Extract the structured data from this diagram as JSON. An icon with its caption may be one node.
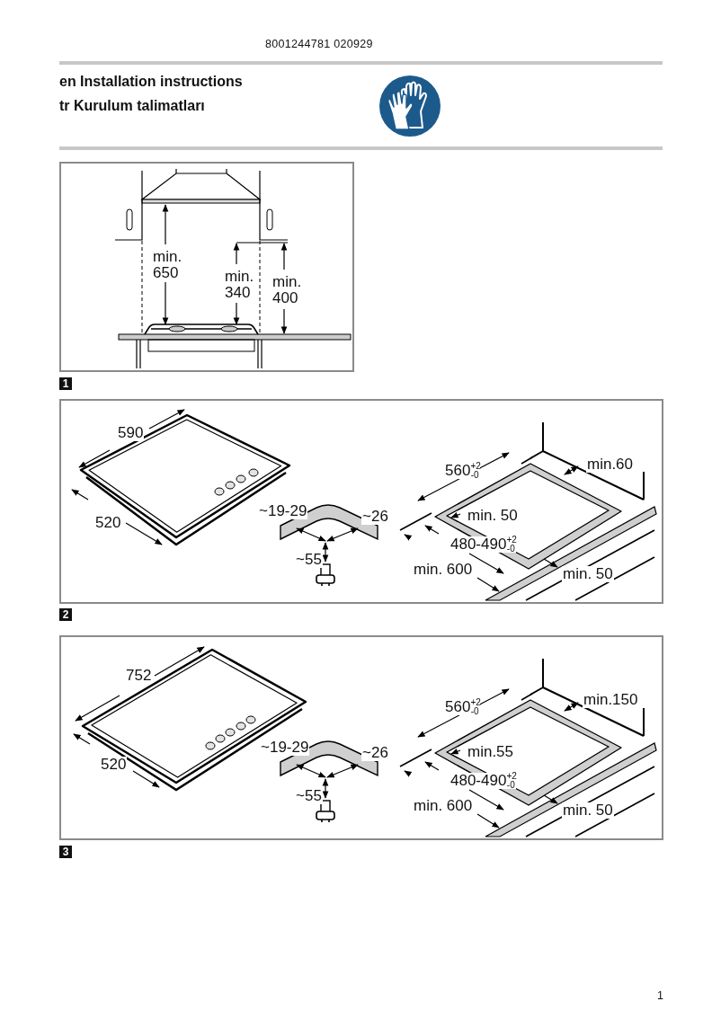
{
  "diagram": {
    "nodes": [
      {
        "text": [
          "min. 650",
          "min. 340",
          "min. 400"
        ],
        "beside": [
          "1"
        ]
      },
      {
        "text": [
          "590",
          "520",
          "~19-29",
          "~26",
          "~55",
          "560$^{+2}$$_{-0}$",
          "min.60",
          "min. 50",
          "480-490$^{+2}$$_{-0}$",
          "min. 600",
          "min. 50"
        ],
        "beside": [
          "2"
        ]
      },
      {
        "text": [
          "752",
          "520",
          "~19-29",
          "~26",
          "~55",
          "560$^{+2}$$_{-0}$",
          "min.150",
          "min.55",
          "480-490$^{+2}$$_{-0}$",
          "min. 600",
          "min. 50"
        ],
        "beside": [
          "3"
        ]
      }
    ],
    "labels": [
      "8001244781 020929",
      "en Installation instructions",
      "tr Kurulum talimatları",
      "1"
    ]
  }
}
